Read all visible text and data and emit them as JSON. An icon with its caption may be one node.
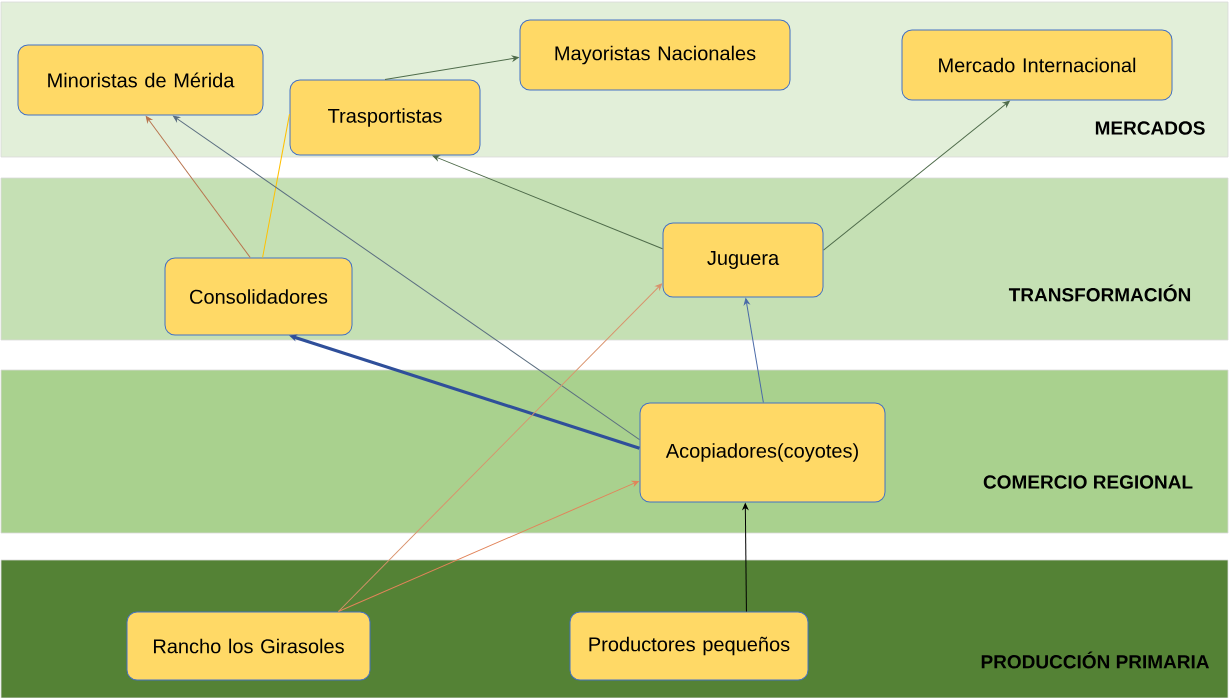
{
  "diagram": {
    "nodes": [
      {
        "text": [
          "MERCADOS"
        ]
      },
      {
        "text": [
          "Minoristas de Mérida"
        ],
        "in": 0
      },
      {
        "text": [
          "Mayoristas Nacionales"
        ],
        "in": 0
      },
      {
        "text": [
          "Trasportistas"
        ],
        "in": 0
      },
      {
        "text": [
          "Mercado Internacional"
        ],
        "in": 0
      },
      {
        "text": [
          "TRANSFORMACIÓN"
        ]
      },
      {
        "text": [
          "Consolidadores"
        ],
        "in": 5
      },
      {
        "text": [
          "Juguera"
        ],
        "in": 5
      },
      {
        "text": [
          "COMERCIO REGIONAL"
        ]
      },
      {
        "text": [
          "Acopiadores(coyotes)"
        ],
        "in": 8
      },
      {
        "text": [
          "PRODUCCIÓN PRIMARIA"
        ]
      },
      {
        "text": [
          "Rancho los Girasoles"
        ],
        "in": 10
      },
      {
        "text": [
          "Productores pequeños"
        ],
        "in": 10
      }
    ],
    "edges": [
      {
        "from": 3,
        "to": 2,
        "arrow": "to"
      },
      {
        "from": 6,
        "to": 1,
        "arrow": "to",
        "color": "#b8744e"
      },
      {
        "from": 6,
        "to": 3,
        "arrow": "none",
        "color": "#ffc000"
      },
      {
        "from": 9,
        "to": 1,
        "arrow": "to",
        "color": "#5b6e80"
      },
      {
        "from": 7,
        "to": 3,
        "arrow": "to"
      },
      {
        "from": 7,
        "to": 4,
        "arrow": "to"
      },
      {
        "from": 9,
        "to": 7,
        "arrow": "to",
        "color": "#4a6aa8"
      },
      {
        "from": 9,
        "to": 6,
        "arrow": "to",
        "style": "thick",
        "color": "#2f4f9a"
      },
      {
        "from": 11,
        "to": 7,
        "arrow": "to",
        "color": "#d9926c"
      },
      {
        "from": 11,
        "to": 9,
        "arrow": "to",
        "color": "#e2845a"
      },
      {
        "from": 12,
        "to": 9,
        "arrow": "to",
        "color": "#000000"
      }
    ]
  }
}
